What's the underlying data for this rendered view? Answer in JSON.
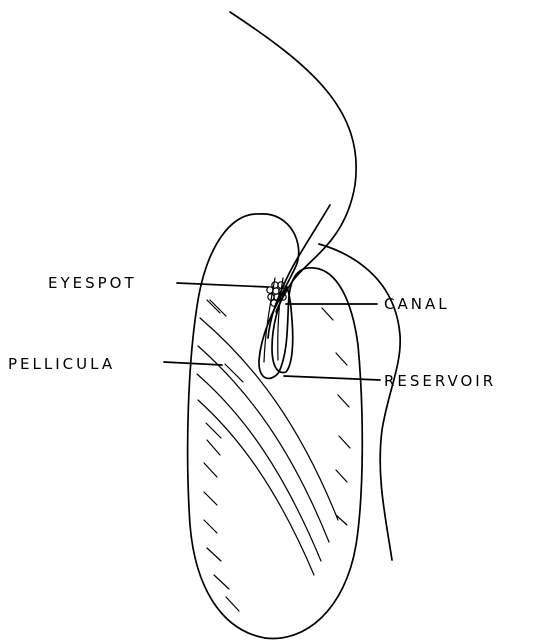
{
  "diagram": {
    "labels": {
      "eyespot": "EYESPOT",
      "canal": "CANAL",
      "pellicula": "PELLICULA",
      "reservoir": "RESERVOIR"
    },
    "colors": {
      "ink": "#000000",
      "background": "#ffffff"
    }
  }
}
